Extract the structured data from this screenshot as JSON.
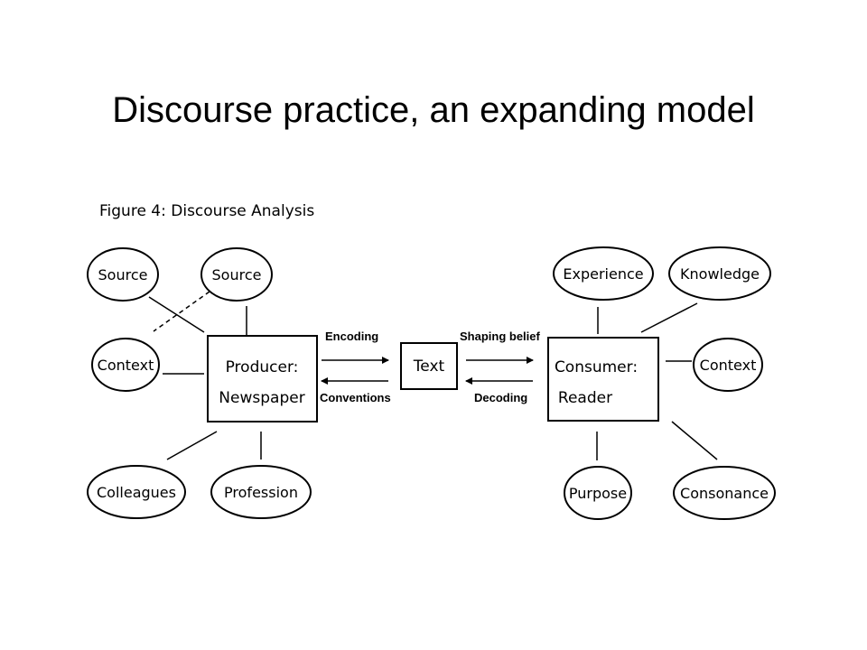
{
  "slide": {
    "title": "Discourse practice, an expanding model"
  },
  "figure": {
    "caption": "Figure 4: Discourse Analysis",
    "producer": {
      "line1": "Producer:",
      "line2": "Newspaper"
    },
    "text_box": "Text",
    "consumer": {
      "line1": "Consumer:",
      "line2": "Reader"
    },
    "arrows": {
      "encoding": "Encoding",
      "conventions": "Conventions",
      "shaping_belief": "Shaping belief",
      "decoding": "Decoding"
    },
    "producer_nodes": {
      "source_1": "Source",
      "source_2": "Source",
      "context": "Context",
      "colleagues": "Colleagues",
      "profession": "Profession"
    },
    "consumer_nodes": {
      "experience": "Experience",
      "knowledge": "Knowledge",
      "context": "Context",
      "purpose": "Purpose",
      "consonance": "Consonance"
    }
  }
}
